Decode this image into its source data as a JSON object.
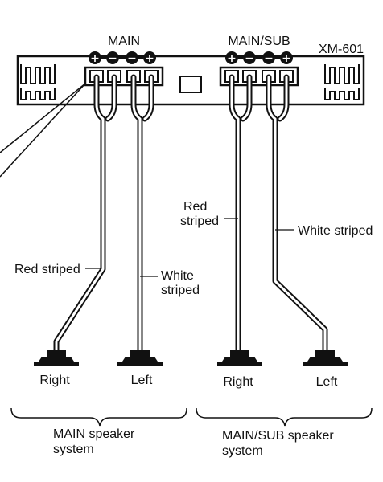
{
  "labels": {
    "main": "MAIN",
    "main_sub": "MAIN/SUB",
    "model": "XM-601",
    "red_striped_main": "Red striped",
    "white_striped_main_1": "White",
    "white_striped_main_2": "striped",
    "red_striped_sub_1": "Red",
    "red_striped_sub_2": "striped",
    "white_striped_sub": "White striped",
    "right_main": "Right",
    "left_main": "Left",
    "right_sub": "Right",
    "left_sub": "Left",
    "main_system_1": "MAIN speaker",
    "main_system_2": "system",
    "sub_system_1": "MAIN/SUB speaker",
    "sub_system_2": "system"
  },
  "terminal_symbols": {
    "plus": "+",
    "minus": "−"
  },
  "colors": {
    "ink": "#111111",
    "paper": "#ffffff"
  }
}
